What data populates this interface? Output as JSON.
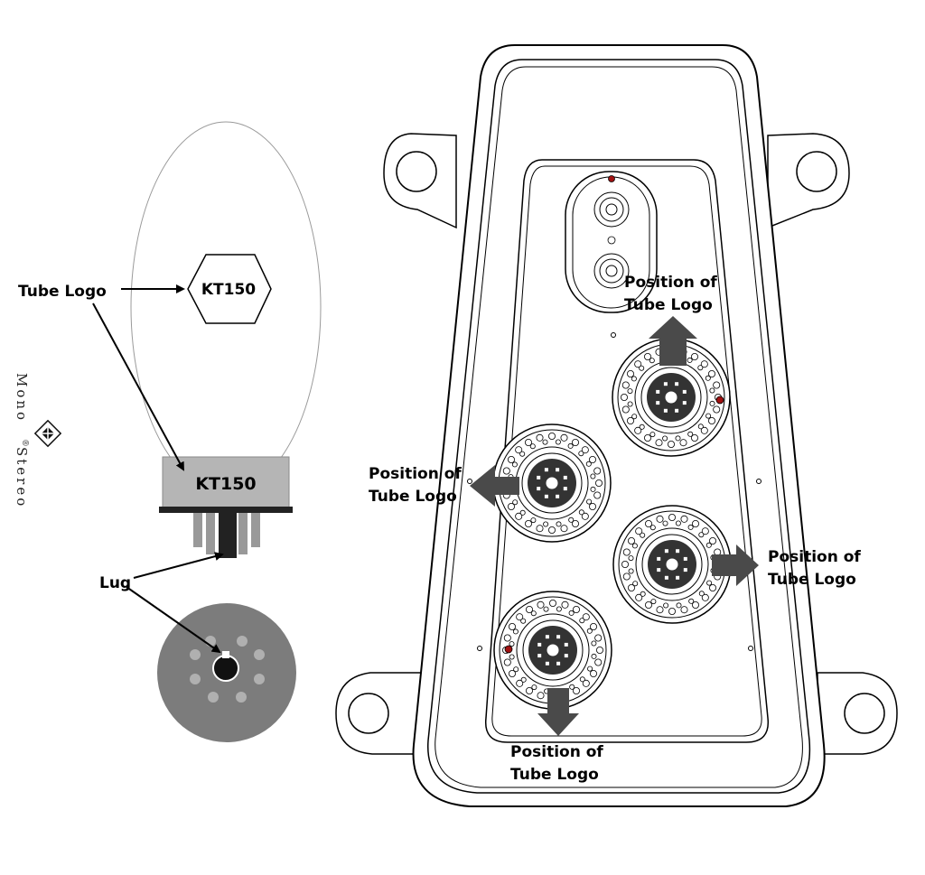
{
  "tube": {
    "logo_hex_text": "KT150",
    "base_text": "KT150"
  },
  "labels": {
    "tube_logo": "Tube Logo",
    "lug": "Lug",
    "position_top_right": [
      "Position of",
      "Tube Logo"
    ],
    "position_left": [
      "Position of",
      "Tube Logo"
    ],
    "position_right": [
      "Position of",
      "Tube Logo"
    ],
    "position_bottom": [
      "Position of",
      "Tube Logo"
    ]
  },
  "watermark": {
    "word1": "Mono",
    "symbol": "®",
    "word2": "Stereo"
  },
  "colors": {
    "bulb_outline": "#9a9a9a",
    "base_fill": "#b5b5b5",
    "pin_fill": "#8f8f8f",
    "disk_fill": "#7c7c7c",
    "arrow_fill": "#4a4a4a",
    "socket_center": "#333333",
    "marker_red": "#a01010"
  }
}
